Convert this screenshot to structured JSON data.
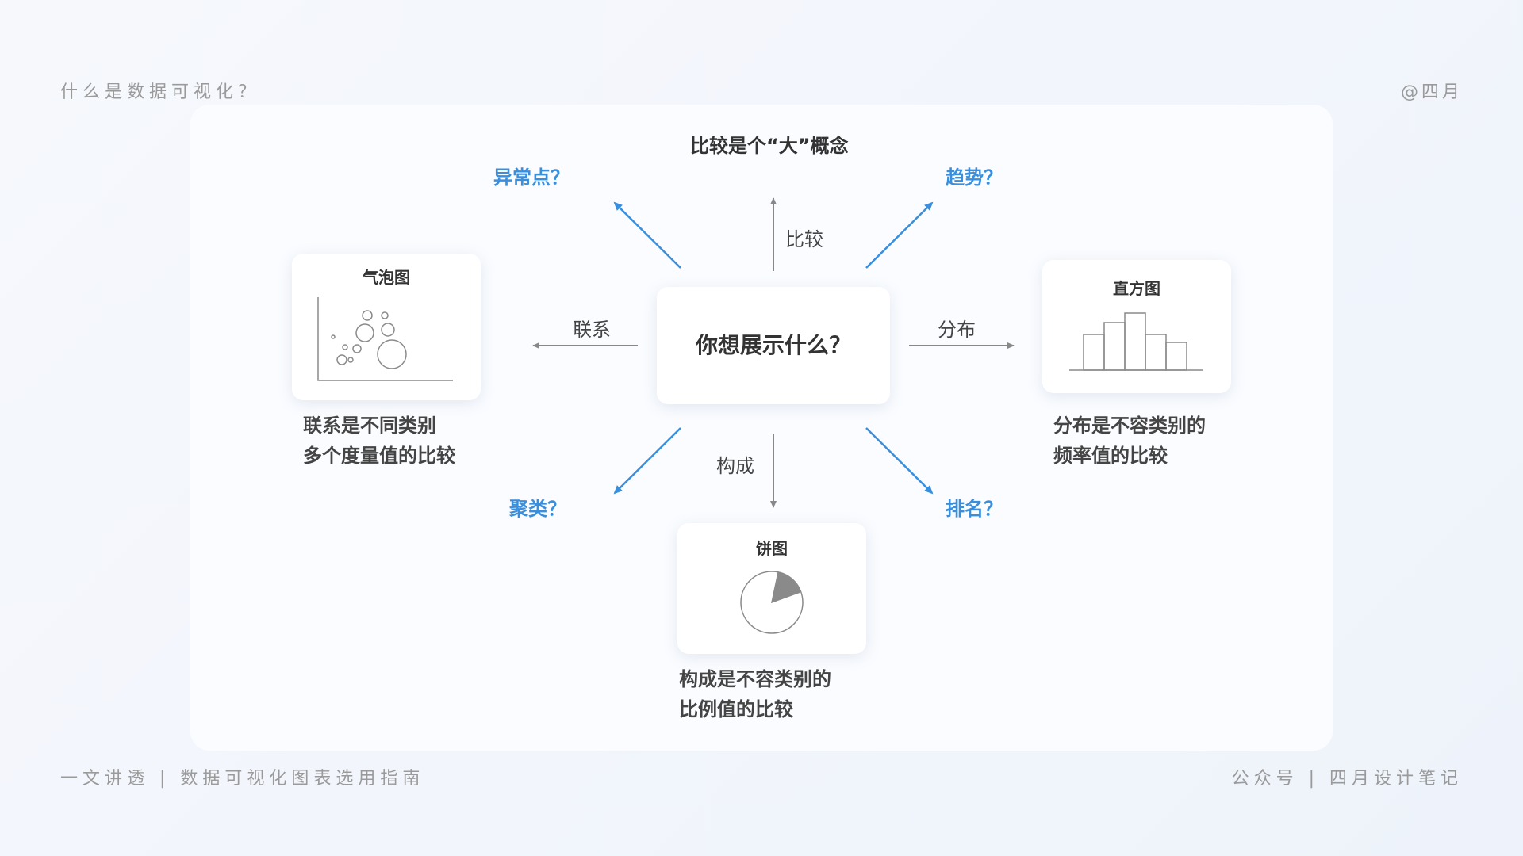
{
  "header": {
    "left_title": "什么是数据可视化？",
    "right_author": "@四月"
  },
  "footer": {
    "left_title": "一文讲透 | 数据可视化图表选用指南",
    "right_account": "公众号 | 四月设计笔记"
  },
  "center": {
    "question": "你想展示什么？"
  },
  "top": {
    "concept": "比较是个“大”概念",
    "arrow_label": "比较"
  },
  "left": {
    "arrow_label": "联系",
    "card_title": "气泡图",
    "desc_line1": "联系是不同类别",
    "desc_line2": "多个度量值的比较"
  },
  "right": {
    "arrow_label": "分布",
    "card_title": "直方图",
    "desc_line1": "分布是不容类别的",
    "desc_line2": "频率值的比较"
  },
  "bottom": {
    "arrow_label": "构成",
    "card_title": "饼图",
    "desc_line1": "构成是不容类别的",
    "desc_line2": "比例值的比较"
  },
  "diagonals": {
    "top_left": "异常点？",
    "top_right": "趋势？",
    "bottom_left": "聚类？",
    "bottom_right": "排名？"
  },
  "colors": {
    "accent": "#3a8fdd",
    "arrow_gray": "#888888",
    "text_dark": "#333333"
  }
}
